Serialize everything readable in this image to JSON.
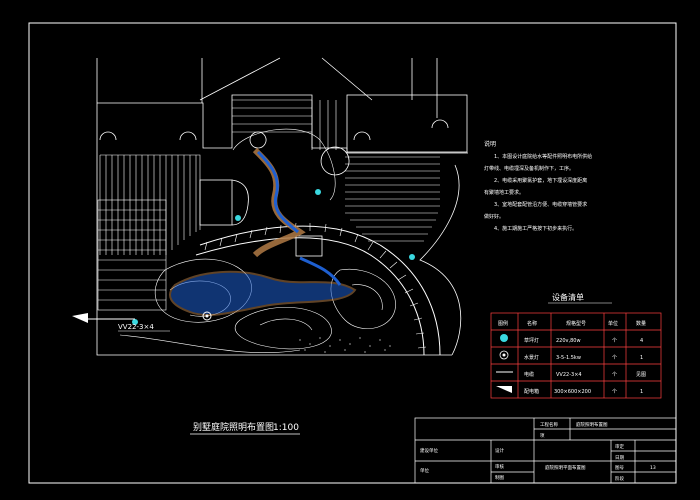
{
  "drawing": {
    "title": "别墅庭院照明布置图",
    "scale": "1:100",
    "cable_callout": "VV22-3×4"
  },
  "notes": {
    "heading": "说明",
    "lines": [
      "1、本图设计庭院给水等配件照明布电所供给",
      "灯带线、电缆埋深及备机制作下，工序。",
      "2、电缆采用聚氯护套，地下埋设深度距离",
      "有聚墙地工要求。",
      "3、室地配套配管沿方便、电缆穿墙管要求",
      "做好好。",
      "4、施工期施工严格按下初步来执行。"
    ]
  },
  "equipment": {
    "title": "设备清单",
    "headers": [
      "图例",
      "名称",
      "规格型号",
      "单位",
      "数量"
    ],
    "rows": [
      {
        "name": "草坪灯",
        "spec": "220v,80w",
        "unit": "个",
        "qty": "4"
      },
      {
        "name": "水景灯",
        "spec": "3-5-1.5kw",
        "unit": "个",
        "qty": "1"
      },
      {
        "name": "电缆",
        "spec": "VV22-3×4",
        "unit": "个",
        "qty": "见图"
      },
      {
        "name": "配电箱",
        "spec": "300×600×200",
        "unit": "个",
        "qty": "1"
      }
    ]
  },
  "title_block": {
    "project": "工程名称",
    "drawing_name": "庭院照明平面布置图",
    "design": "设计",
    "unit": "单位",
    "check": "审核",
    "draw": "制图",
    "review": "审定",
    "date": "日期",
    "sheet_label": "图号",
    "sheet_no": "13",
    "phase": "阶段",
    "item": "项",
    "owner": "建设单位",
    "name_cell": "庭院照明布置图"
  },
  "colors": {
    "background": "#000000",
    "line": "#ffffff",
    "water": "#1e5fd0",
    "stone": "#b07a45",
    "fixture": "#3ad8e0",
    "table_line": "#ff4040"
  }
}
